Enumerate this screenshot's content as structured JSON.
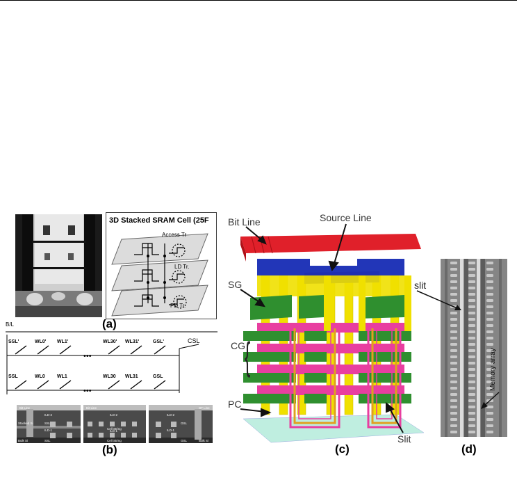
{
  "figure": {
    "captions": {
      "a": "(a)",
      "b": "(b)",
      "c": "(c)",
      "d": "(d)"
    }
  },
  "panel_a": {
    "schematic_title": "3D Stacked SRAM Cell (25F",
    "labels": {
      "access": "Access Tr",
      "load": "LD Tr.",
      "pulldown": "PD Tr."
    }
  },
  "panel_b": {
    "bitline_label": "B/L",
    "csl_label": "CSL",
    "ellipsis": "•••",
    "top_row": [
      "SSL'",
      "WL0'",
      "WL1'",
      "WL30'",
      "WL31'",
      "GSL'"
    ],
    "bottom_row": [
      "SSL",
      "WL0",
      "WL1",
      "WL30",
      "WL31",
      "GSL"
    ],
    "sem_left": [
      "Bit Line",
      "ILD-2",
      "Stacked Si",
      "SSL",
      "ILD-1",
      "Bulk Si",
      "SSL"
    ],
    "sem_mid": [
      "Bit Line",
      "ILD-2",
      "Cell String",
      "ILD-1",
      "Cell String"
    ],
    "sem_right": [
      "DT Line",
      "ILD-2",
      "GSL",
      "ILD-1",
      "GSL",
      "Bulk Si"
    ]
  },
  "panel_c": {
    "bit_line": "Bit Line",
    "source_line": "Source Line",
    "sg": "SG",
    "cg": "CG",
    "pc": "PC",
    "slit": "Slit",
    "brace": "{",
    "colors": {
      "red": "#e0202a",
      "blue": "#2236b8",
      "yellow": "#f0e000",
      "green": "#2f8f2f",
      "pink": "#e83ea0",
      "orange": "#e0a020",
      "base": "#bfeee0"
    }
  },
  "panel_d": {
    "slit": "slit",
    "memory_array": "Memory array"
  }
}
